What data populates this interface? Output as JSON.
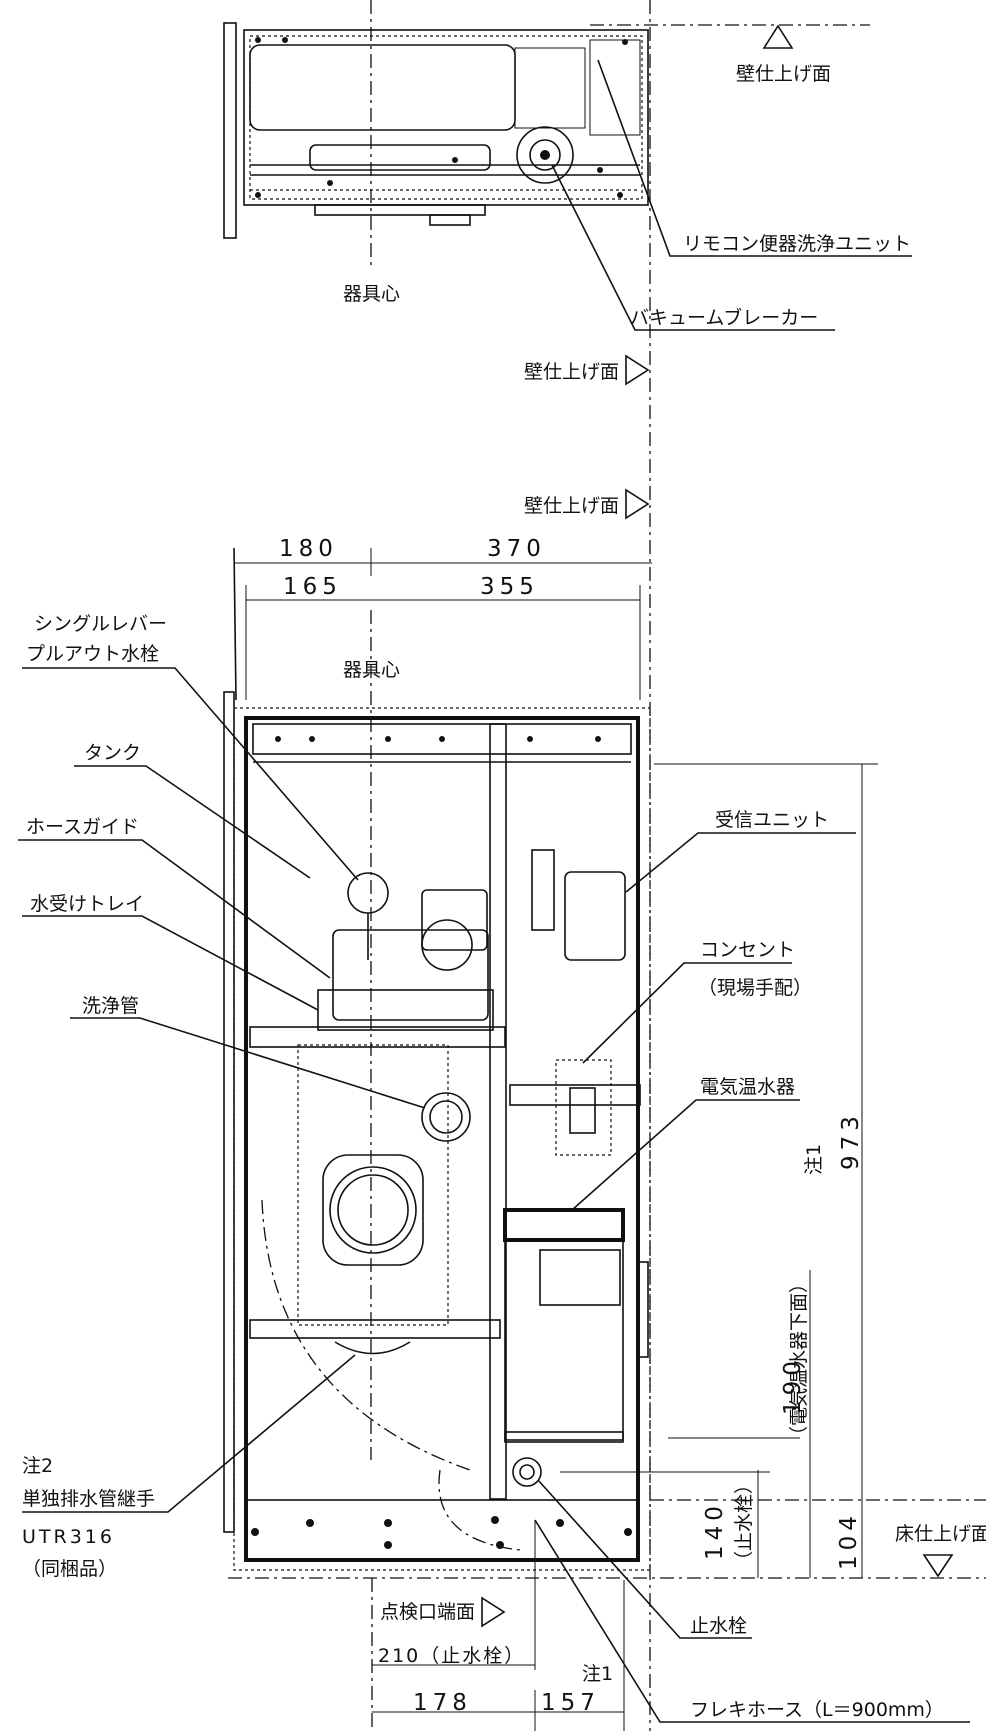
{
  "top_view": {
    "wall_finish_top": "壁仕上げ面",
    "remote_unit": "リモコン便器洗浄ユニット",
    "vacuum_breaker": "バキュームブレーカー",
    "fixture_center": "器具心",
    "wall_finish_side": "壁仕上げ面"
  },
  "front_view": {
    "wall_finish": "壁仕上げ面",
    "fixture_center": "器具心",
    "dim_180": "180",
    "dim_370": "370",
    "dim_165": "165",
    "dim_355": "355",
    "faucet_line1": "シングルレバー",
    "faucet_line2": "プルアウト水栓",
    "tank": "タンク",
    "hose_guide": "ホースガイド",
    "drip_tray": "水受けトレイ",
    "flush_pipe": "洗浄管",
    "receiver_unit": "受信ユニット",
    "outlet_line1": "コンセント",
    "outlet_line2": "（現場手配）",
    "water_heater": "電気温水器",
    "note1_vertical": "注1",
    "dim_973": "973",
    "dim_190": "190",
    "heater_bottom_note": "（電気温水器下面）",
    "dim_140": "140",
    "stop_valve_paren": "（止水栓）",
    "dim_104": "104",
    "floor_finish": "床仕上げ面",
    "note2": "注2",
    "drain_joint": "単独排水管継手",
    "drain_model": "UTR316",
    "included": "（同梱品）",
    "stop_valve": "止水栓",
    "inspection_edge": "点検口端面",
    "dim_210": "210（止水栓）",
    "note1_bottom": "注1",
    "dim_178": "178",
    "dim_157": "157",
    "flex_hose": "フレキホース（L＝900mm）"
  }
}
